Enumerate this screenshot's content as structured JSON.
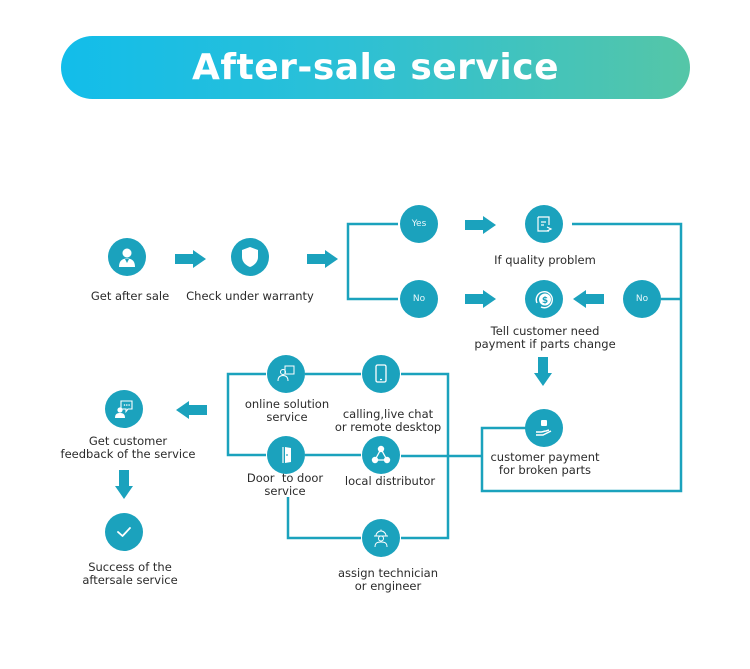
{
  "title": "After-sale service",
  "colors": {
    "accent": "#1ba2bd",
    "banner_start": "#12bdea",
    "banner_end": "#55c6a7",
    "text": "#2b2b2b"
  },
  "nodes": {
    "get_after_sale": {
      "icon": "person-icon",
      "label": "Get after sale"
    },
    "check_warranty": {
      "icon": "shield-icon",
      "label": "Check under warranty"
    },
    "yes": {
      "tag": "Yes"
    },
    "no_left": {
      "tag": "No"
    },
    "no_right": {
      "tag": "No"
    },
    "quality_problem": {
      "icon": "document-icon",
      "label": "If quality problem"
    },
    "tell_customer": {
      "icon": "dollar-coin-icon",
      "label_line1": "Tell customer need",
      "label_line2": "payment if parts change"
    },
    "customer_payment": {
      "icon": "hand-payment-icon",
      "label_line1": "customer payment",
      "label_line2": "for broken parts"
    },
    "online_solution": {
      "icon": "chat-users-icon",
      "label_line1": "online solution",
      "label_line2": "service"
    },
    "calling": {
      "icon": "phone-icon",
      "label_line1": "calling,live chat",
      "label_line2": "or remote desktop"
    },
    "door_to_door": {
      "icon": "door-icon",
      "label_line1": "Door  to door",
      "label_line2": "service"
    },
    "local_distributor": {
      "icon": "network-icon",
      "label": "local distributor"
    },
    "assign_technician": {
      "icon": "engineer-icon",
      "label_line1": "assign technician",
      "label_line2": "or engineer"
    },
    "feedback": {
      "icon": "feedback-icon",
      "label_line1": "Get customer",
      "label_line2": "feedback of the service"
    },
    "success": {
      "icon": "checkmark-icon",
      "label_line1": "Success of the",
      "label_line2": "aftersale service"
    }
  }
}
